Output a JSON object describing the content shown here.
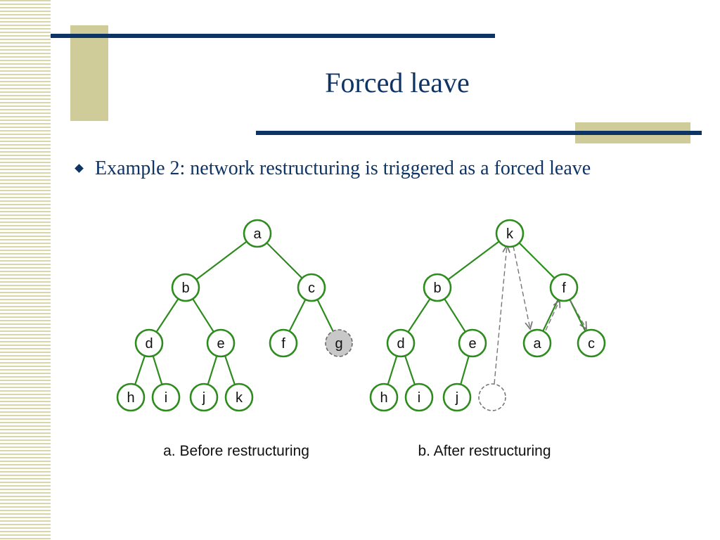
{
  "slide": {
    "title": "Forced leave",
    "bullet": "Example 2: network restructuring is triggered as a forced leave"
  },
  "diagram": {
    "before": {
      "caption": "a. Before restructuring",
      "nodes": [
        {
          "id": "a",
          "label": "a",
          "status": "normal"
        },
        {
          "id": "b",
          "label": "b",
          "status": "normal"
        },
        {
          "id": "c",
          "label": "c",
          "status": "normal"
        },
        {
          "id": "d",
          "label": "d",
          "status": "normal"
        },
        {
          "id": "e",
          "label": "e",
          "status": "normal"
        },
        {
          "id": "f",
          "label": "f",
          "status": "normal"
        },
        {
          "id": "g",
          "label": "g",
          "status": "leaving"
        },
        {
          "id": "h",
          "label": "h",
          "status": "normal"
        },
        {
          "id": "i",
          "label": "i",
          "status": "normal"
        },
        {
          "id": "j",
          "label": "j",
          "status": "normal"
        },
        {
          "id": "k",
          "label": "k",
          "status": "normal"
        }
      ],
      "edges": [
        [
          "a",
          "b"
        ],
        [
          "a",
          "c"
        ],
        [
          "b",
          "d"
        ],
        [
          "b",
          "e"
        ],
        [
          "c",
          "f"
        ],
        [
          "c",
          "g"
        ],
        [
          "d",
          "h"
        ],
        [
          "d",
          "i"
        ],
        [
          "e",
          "j"
        ],
        [
          "e",
          "k"
        ]
      ]
    },
    "after": {
      "caption": "b. After restructuring",
      "nodes": [
        {
          "id": "k",
          "label": "k",
          "status": "normal"
        },
        {
          "id": "b",
          "label": "b",
          "status": "normal"
        },
        {
          "id": "f",
          "label": "f",
          "status": "normal"
        },
        {
          "id": "d",
          "label": "d",
          "status": "normal"
        },
        {
          "id": "e",
          "label": "e",
          "status": "normal"
        },
        {
          "id": "a",
          "label": "a",
          "status": "normal"
        },
        {
          "id": "c",
          "label": "c",
          "status": "normal"
        },
        {
          "id": "h",
          "label": "h",
          "status": "normal"
        },
        {
          "id": "i",
          "label": "i",
          "status": "normal"
        },
        {
          "id": "j",
          "label": "j",
          "status": "normal"
        },
        {
          "id": "vacated",
          "label": "",
          "status": "vacant"
        }
      ],
      "edges": [
        [
          "k",
          "b"
        ],
        [
          "k",
          "f"
        ],
        [
          "b",
          "d"
        ],
        [
          "b",
          "e"
        ],
        [
          "f",
          "a"
        ],
        [
          "f",
          "c"
        ],
        [
          "d",
          "h"
        ],
        [
          "d",
          "i"
        ],
        [
          "e",
          "j"
        ]
      ],
      "moves": [
        [
          "vacated",
          "k"
        ],
        [
          "k",
          "a"
        ],
        [
          "a",
          "f"
        ],
        [
          "f",
          "c"
        ]
      ]
    },
    "colors": {
      "edge": "#2e8b1e",
      "leaving_fill": "#c8c8c8",
      "text": "#0e3466"
    }
  }
}
